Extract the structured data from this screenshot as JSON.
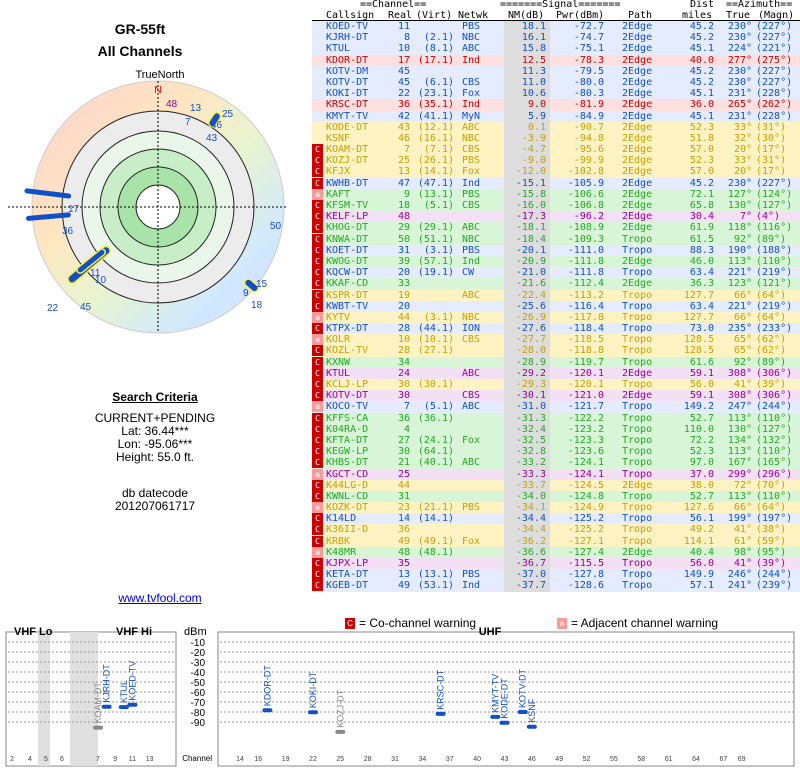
{
  "header": {
    "antenna": "GR-55ft",
    "subtitle": "All Channels",
    "truenorth": "TrueNorth"
  },
  "criteria": {
    "title": "Search Criteria",
    "mode": "CURRENT+PENDING",
    "lat": "Lat: 36.44***",
    "lon": "Lon: -95.06***",
    "height": "Height: 55.0 ft.",
    "db_label": "db datecode",
    "db_code": "201207061717"
  },
  "site_link": "www.tvfool.com",
  "table_headers": {
    "group1": "==Channel==",
    "group2": "=======Signal=======",
    "group3": "Dist",
    "group4": "==Azimuth==",
    "callsign": "Callsign",
    "real": "Real",
    "virt": "(Virt)",
    "netwk": "Netwk",
    "nm": "NM(dB)",
    "pwr": "Pwr(dBm)",
    "path": "Path",
    "miles": "miles",
    "true": "True",
    "magn": "(Magn)"
  },
  "colors": {
    "green": "#22aa22",
    "blue": "#1050c8",
    "yellow": "#c8a000",
    "red": "#cc0000",
    "purple": "#990099",
    "gray": "#888888",
    "row_green": "#d8f5d8",
    "row_yellow": "#fff3c4",
    "row_red": "#ffe0e0",
    "row_blue": "#e6ecff",
    "row_purple": "#f4e0f4",
    "row_gray": "#f0f0f0"
  },
  "stations": [
    {
      "callsign": "KOED-TV",
      "real": "11",
      "virt": "",
      "net": "PBS",
      "nm": "18.1",
      "pwr": "-72.7",
      "path": "2Edge",
      "dist": "45.2",
      "az": "230°",
      "mag": "(227°)",
      "band": "blue",
      "warn": ""
    },
    {
      "callsign": "KJRH-DT",
      "real": "8",
      "virt": "(2.1)",
      "net": "NBC",
      "nm": "16.1",
      "pwr": "-74.7",
      "path": "2Edge",
      "dist": "45.2",
      "az": "230°",
      "mag": "(227°)",
      "band": "blue",
      "warn": ""
    },
    {
      "callsign": "KTUL",
      "real": "10",
      "virt": "(8.1)",
      "net": "ABC",
      "nm": "15.8",
      "pwr": "-75.1",
      "path": "2Edge",
      "dist": "45.1",
      "az": "224°",
      "mag": "(221°)",
      "band": "blue",
      "warn": ""
    },
    {
      "callsign": "KDOR-DT",
      "real": "17",
      "virt": "(17.1)",
      "net": "Ind",
      "nm": "12.5",
      "pwr": "-78.3",
      "path": "2Edge",
      "dist": "40.0",
      "az": "277°",
      "mag": "(275°)",
      "band": "red",
      "warn": ""
    },
    {
      "callsign": "KOTV-DM",
      "real": "45",
      "virt": "",
      "net": "",
      "nm": "11.3",
      "pwr": "-79.5",
      "path": "2Edge",
      "dist": "45.2",
      "az": "230°",
      "mag": "(227°)",
      "band": "blue",
      "warn": ""
    },
    {
      "callsign": "KOTV-DT",
      "real": "45",
      "virt": "(6.1)",
      "net": "CBS",
      "nm": "11.0",
      "pwr": "-80.0",
      "path": "2Edge",
      "dist": "45.2",
      "az": "230°",
      "mag": "(227°)",
      "band": "blue",
      "warn": ""
    },
    {
      "callsign": "KOKI-DT",
      "real": "22",
      "virt": "(23.1)",
      "net": "Fox",
      "nm": "10.6",
      "pwr": "-80.3",
      "path": "2Edge",
      "dist": "45.1",
      "az": "231°",
      "mag": "(228°)",
      "band": "blue",
      "warn": ""
    },
    {
      "callsign": "KRSC-DT",
      "real": "36",
      "virt": "(35.1)",
      "net": "Ind",
      "nm": "9.0",
      "pwr": "-81.9",
      "path": "2Edge",
      "dist": "36.0",
      "az": "265°",
      "mag": "(262°)",
      "band": "red",
      "warn": ""
    },
    {
      "callsign": "KMYT-TV",
      "real": "42",
      "virt": "(41.1)",
      "net": "MyN",
      "nm": "5.9",
      "pwr": "-84.9",
      "path": "2Edge",
      "dist": "45.1",
      "az": "231°",
      "mag": "(228°)",
      "band": "blue",
      "warn": ""
    },
    {
      "callsign": "KODE-DT",
      "real": "43",
      "virt": "(12.1)",
      "net": "ABC",
      "nm": "0.1",
      "pwr": "-90.7",
      "path": "2Edge",
      "dist": "52.3",
      "az": "33°",
      "mag": "(31°)",
      "band": "yellow",
      "warn": ""
    },
    {
      "callsign": "KSNF",
      "real": "46",
      "virt": "(16.1)",
      "net": "NBC",
      "nm": "-3.9",
      "pwr": "-94.8",
      "path": "2Edge",
      "dist": "51.8",
      "az": "32°",
      "mag": "(30°)",
      "band": "yellow",
      "warn": ""
    },
    {
      "callsign": "KOAM-DT",
      "real": "7",
      "virt": "(7.1)",
      "net": "CBS",
      "nm": "-4.7",
      "pwr": "-95.6",
      "path": "2Edge",
      "dist": "57.0",
      "az": "20°",
      "mag": "(17°)",
      "band": "yellow",
      "warn": "C"
    },
    {
      "callsign": "KOZJ-DT",
      "real": "25",
      "virt": "(26.1)",
      "net": "PBS",
      "nm": "-9.0",
      "pwr": "-99.9",
      "path": "2Edge",
      "dist": "52.3",
      "az": "33°",
      "mag": "(31°)",
      "band": "yellow",
      "warn": "C"
    },
    {
      "callsign": "KFJX",
      "real": "13",
      "virt": "(14.1)",
      "net": "Fox",
      "nm": "-12.0",
      "pwr": "-102.8",
      "path": "2Edge",
      "dist": "57.0",
      "az": "20°",
      "mag": "(17°)",
      "band": "yellow",
      "warn": "C"
    },
    {
      "callsign": "KWHB-DT",
      "real": "47",
      "virt": "(47.1)",
      "net": "Ind",
      "nm": "-15.1",
      "pwr": "-105.9",
      "path": "2Edge",
      "dist": "45.2",
      "az": "230°",
      "mag": "(227°)",
      "band": "blue",
      "warn": "C"
    },
    {
      "callsign": "KAFT",
      "real": "9",
      "virt": "(13.1)",
      "net": "PBS",
      "nm": "-15.8",
      "pwr": "-106.6",
      "path": "2Edge",
      "dist": "72.1",
      "az": "127°",
      "mag": "(124°)",
      "band": "green",
      "warn": "aC"
    },
    {
      "callsign": "KFSM-TV",
      "real": "18",
      "virt": "(5.1)",
      "net": "CBS",
      "nm": "-16.0",
      "pwr": "-106.8",
      "path": "2Edge",
      "dist": "65.8",
      "az": "130°",
      "mag": "(127°)",
      "band": "green",
      "warn": "C"
    },
    {
      "callsign": "KELF-LP",
      "real": "48",
      "virt": "",
      "net": "",
      "nm": "-17.3",
      "pwr": "-96.2",
      "path": "2Edge",
      "dist": "30.4",
      "az": "7°",
      "mag": "(4°)",
      "band": "purple",
      "warn": "C"
    },
    {
      "callsign": "KHOG-DT",
      "real": "29",
      "virt": "(29.1)",
      "net": "ABC",
      "nm": "-18.1",
      "pwr": "-108.9",
      "path": "2Edge",
      "dist": "61.9",
      "az": "118°",
      "mag": "(116°)",
      "band": "green",
      "warn": "C"
    },
    {
      "callsign": "KNWA-DT",
      "real": "50",
      "virt": "(51.1)",
      "net": "NBC",
      "nm": "-18.4",
      "pwr": "-109.3",
      "path": "Tropo",
      "dist": "61.5",
      "az": "92°",
      "mag": "(89°)",
      "band": "green",
      "warn": "C"
    },
    {
      "callsign": "KOET-DT",
      "real": "31",
      "virt": "(3.1)",
      "net": "PBS",
      "nm": "-20.1",
      "pwr": "-111.0",
      "path": "Tropo",
      "dist": "88.3",
      "az": "190°",
      "mag": "(188°)",
      "band": "blue",
      "warn": "C"
    },
    {
      "callsign": "KWOG-DT",
      "real": "39",
      "virt": "(57.1)",
      "net": "Ind",
      "nm": "-20.9",
      "pwr": "-111.8",
      "path": "2Edge",
      "dist": "46.0",
      "az": "113°",
      "mag": "(110°)",
      "band": "green",
      "warn": "C"
    },
    {
      "callsign": "KQCW-DT",
      "real": "20",
      "virt": "(19.1)",
      "net": "CW",
      "nm": "-21.0",
      "pwr": "-111.8",
      "path": "Tropo",
      "dist": "63.4",
      "az": "221°",
      "mag": "(219°)",
      "band": "blue",
      "warn": "C"
    },
    {
      "callsign": "KKAF-CD",
      "real": "33",
      "virt": "",
      "net": "",
      "nm": "-21.6",
      "pwr": "-112.4",
      "path": "2Edge",
      "dist": "36.3",
      "az": "123°",
      "mag": "(121°)",
      "band": "green",
      "warn": "C"
    },
    {
      "callsign": "KSPR-DT",
      "real": "19",
      "virt": "",
      "net": "ABC",
      "nm": "-22.4",
      "pwr": "-113.2",
      "path": "Tropo",
      "dist": "127.7",
      "az": "66°",
      "mag": "(64°)",
      "band": "yellow",
      "warn": "C"
    },
    {
      "callsign": "KWBT-TV",
      "real": "20",
      "virt": "",
      "net": "",
      "nm": "-25.6",
      "pwr": "-116.4",
      "path": "Tropo",
      "dist": "63.4",
      "az": "221°",
      "mag": "(219°)",
      "band": "blue",
      "warn": "C"
    },
    {
      "callsign": "KYTV",
      "real": "44",
      "virt": "(3.1)",
      "net": "NBC",
      "nm": "-26.9",
      "pwr": "-117.8",
      "path": "Tropo",
      "dist": "127.7",
      "az": "66°",
      "mag": "(64°)",
      "band": "yellow",
      "warn": "aC"
    },
    {
      "callsign": "KTPX-DT",
      "real": "28",
      "virt": "(44.1)",
      "net": "ION",
      "nm": "-27.6",
      "pwr": "-118.4",
      "path": "Tropo",
      "dist": "73.0",
      "az": "235°",
      "mag": "(233°)",
      "band": "blue",
      "warn": "C"
    },
    {
      "callsign": "KOLR",
      "real": "10",
      "virt": "(10.1)",
      "net": "CBS",
      "nm": "-27.7",
      "pwr": "-118.5",
      "path": "Tropo",
      "dist": "128.5",
      "az": "65°",
      "mag": "(62°)",
      "band": "yellow",
      "warn": "aC"
    },
    {
      "callsign": "KOZL-TV",
      "real": "28",
      "virt": "(27.1)",
      "net": "",
      "nm": "-28.0",
      "pwr": "-118.8",
      "path": "Tropo",
      "dist": "128.5",
      "az": "65°",
      "mag": "(62°)",
      "band": "yellow",
      "warn": "C"
    },
    {
      "callsign": "KXNW",
      "real": "34",
      "virt": "",
      "net": "",
      "nm": "-28.9",
      "pwr": "-119.7",
      "path": "Tropo",
      "dist": "61.6",
      "az": "92°",
      "mag": "(89°)",
      "band": "green",
      "warn": "C"
    },
    {
      "callsign": "KTUL",
      "real": "24",
      "virt": "",
      "net": "ABC",
      "nm": "-29.2",
      "pwr": "-120.1",
      "path": "2Edge",
      "dist": "59.1",
      "az": "308°",
      "mag": "(306°)",
      "band": "purple",
      "warn": "C"
    },
    {
      "callsign": "KCLJ-LP",
      "real": "30",
      "virt": "(30.1)",
      "net": "",
      "nm": "-29.3",
      "pwr": "-120.1",
      "path": "Tropo",
      "dist": "56.0",
      "az": "41°",
      "mag": "(39°)",
      "band": "yellow",
      "warn": "C"
    },
    {
      "callsign": "KOTV-DT",
      "real": "30",
      "virt": "",
      "net": "CBS",
      "nm": "-30.1",
      "pwr": "-121.0",
      "path": "2Edge",
      "dist": "59.1",
      "az": "308°",
      "mag": "(306°)",
      "band": "purple",
      "warn": "C"
    },
    {
      "callsign": "KOCO-TV",
      "real": "7",
      "virt": "(5.1)",
      "net": "ABC",
      "nm": "-31.0",
      "pwr": "-121.7",
      "path": "Tropo",
      "dist": "149.2",
      "az": "247°",
      "mag": "(244°)",
      "band": "blue",
      "warn": "aC"
    },
    {
      "callsign": "KFFS-CA",
      "real": "36",
      "virt": "(36.1)",
      "net": "",
      "nm": "-31.3",
      "pwr": "-122.2",
      "path": "Tropo",
      "dist": "52.7",
      "az": "113°",
      "mag": "(110°)",
      "band": "green",
      "warn": "C"
    },
    {
      "callsign": "K04RA-D",
      "real": "4",
      "virt": "",
      "net": "",
      "nm": "-32.4",
      "pwr": "-123.2",
      "path": "Tropo",
      "dist": "110.0",
      "az": "130°",
      "mag": "(127°)",
      "band": "green",
      "warn": "C"
    },
    {
      "callsign": "KFTA-DT",
      "real": "27",
      "virt": "(24.1)",
      "net": "Fox",
      "nm": "-32.5",
      "pwr": "-123.3",
      "path": "Tropo",
      "dist": "72.2",
      "az": "134°",
      "mag": "(132°)",
      "band": "green",
      "warn": "C"
    },
    {
      "callsign": "KEGW-LP",
      "real": "30",
      "virt": "(64.1)",
      "net": "",
      "nm": "-32.8",
      "pwr": "-123.6",
      "path": "Tropo",
      "dist": "52.3",
      "az": "113°",
      "mag": "(110°)",
      "band": "green",
      "warn": "C"
    },
    {
      "callsign": "KHBS-DT",
      "real": "21",
      "virt": "(40.1)",
      "net": "ABC",
      "nm": "-33.2",
      "pwr": "-124.1",
      "path": "Tropo",
      "dist": "97.0",
      "az": "167°",
      "mag": "(165°)",
      "band": "green",
      "warn": "C"
    },
    {
      "callsign": "KGCT-CD",
      "real": "25",
      "virt": "",
      "net": "",
      "nm": "-33.3",
      "pwr": "-124.1",
      "path": "Tropo",
      "dist": "37.0",
      "az": "299°",
      "mag": "(296°)",
      "band": "purple",
      "warn": "aC"
    },
    {
      "callsign": "K44LG-D",
      "real": "44",
      "virt": "",
      "net": "",
      "nm": "-33.7",
      "pwr": "-124.5",
      "path": "2Edge",
      "dist": "38.0",
      "az": "72°",
      "mag": "(70°)",
      "band": "yellow",
      "warn": "C"
    },
    {
      "callsign": "KWNL-CD",
      "real": "31",
      "virt": "",
      "net": "",
      "nm": "-34.0",
      "pwr": "-124.8",
      "path": "Tropo",
      "dist": "52.7",
      "az": "113°",
      "mag": "(110°)",
      "band": "green",
      "warn": "C"
    },
    {
      "callsign": "KOZK-DT",
      "real": "23",
      "virt": "(21.1)",
      "net": "PBS",
      "nm": "-34.1",
      "pwr": "-124.9",
      "path": "Tropo",
      "dist": "127.6",
      "az": "66°",
      "mag": "(64°)",
      "band": "yellow",
      "warn": "aC"
    },
    {
      "callsign": "K14LD",
      "real": "14",
      "virt": "(14.1)",
      "net": "",
      "nm": "-34.4",
      "pwr": "-125.2",
      "path": "Tropo",
      "dist": "56.1",
      "az": "199°",
      "mag": "(197°)",
      "band": "blue",
      "warn": "C"
    },
    {
      "callsign": "K36II-D",
      "real": "36",
      "virt": "",
      "net": "",
      "nm": "-34.4",
      "pwr": "-125.2",
      "path": "Tropo",
      "dist": "49.2",
      "az": "41°",
      "mag": "(38°)",
      "band": "yellow",
      "warn": "C"
    },
    {
      "callsign": "KRBK",
      "real": "49",
      "virt": "(49.1)",
      "net": "Fox",
      "nm": "-36.2",
      "pwr": "-127.1",
      "path": "Tropo",
      "dist": "114.1",
      "az": "61°",
      "mag": "(59°)",
      "band": "yellow",
      "warn": "C"
    },
    {
      "callsign": "K48MR",
      "real": "48",
      "virt": "(48.1)",
      "net": "",
      "nm": "-36.6",
      "pwr": "-127.4",
      "path": "2Edge",
      "dist": "40.4",
      "az": "98°",
      "mag": "(95°)",
      "band": "green",
      "warn": "aC"
    },
    {
      "callsign": "KJPX-LP",
      "real": "35",
      "virt": "",
      "net": "",
      "nm": "-36.7",
      "pwr": "-115.5",
      "path": "Tropo",
      "dist": "56.0",
      "az": "41°",
      "mag": "(39°)",
      "band": "purple",
      "warn": "C"
    },
    {
      "callsign": "KETA-DT",
      "real": "13",
      "virt": "(13.1)",
      "net": "PBS",
      "nm": "-37.0",
      "pwr": "-127.8",
      "path": "Tropo",
      "dist": "149.9",
      "az": "246°",
      "mag": "(244°)",
      "band": "blue",
      "warn": "C"
    },
    {
      "callsign": "KGEB-DT",
      "real": "49",
      "virt": "(53.1)",
      "net": "Ind",
      "nm": "-37.7",
      "pwr": "-128.6",
      "path": "Tropo",
      "dist": "57.1",
      "az": "241°",
      "mag": "(239°)",
      "band": "blue",
      "warn": "C"
    }
  ],
  "polar": {
    "north_label": "N",
    "labels": [
      {
        "text": "48",
        "color": "purple"
      },
      {
        "text": "13",
        "color": "blue"
      },
      {
        "text": "7",
        "color": "blue"
      },
      {
        "text": "25",
        "color": "blue"
      },
      {
        "text": "46",
        "color": "blue"
      },
      {
        "text": "43",
        "color": "blue"
      },
      {
        "text": "17",
        "color": "blue"
      },
      {
        "text": "36",
        "color": "blue"
      },
      {
        "text": "50",
        "color": "blue"
      },
      {
        "text": "15",
        "color": "blue"
      },
      {
        "text": "9",
        "color": "blue"
      },
      {
        "text": "18",
        "color": "blue"
      },
      {
        "text": "11",
        "color": "blue"
      },
      {
        "text": "10",
        "color": "blue"
      },
      {
        "text": "45",
        "color": "blue"
      },
      {
        "text": "22",
        "color": "blue"
      }
    ]
  },
  "legend": {
    "co_badge": "C",
    "co_text": "= Co-channel warning",
    "adj_badge": "a",
    "adj_text": "= Adjacent channel warning"
  },
  "bottom": {
    "vhf_lo": "VHF Lo",
    "vhf_hi": "VHF Hi",
    "uhf": "UHF",
    "dbm": "dBm",
    "channel_label": "Channel",
    "y_ticks": [
      "-10",
      "-20",
      "-30",
      "-40",
      "-50",
      "-60",
      "-70",
      "-80",
      "-90"
    ],
    "vhf_lo_channels": [
      "2",
      "4",
      "5",
      "6"
    ],
    "vhf_hi_channels": [
      "7",
      "9",
      "11",
      "13"
    ],
    "uhf_channels": [
      "14",
      "16",
      "19",
      "22",
      "25",
      "28",
      "31",
      "34",
      "37",
      "40",
      "43",
      "46",
      "49",
      "52",
      "55",
      "58",
      "61",
      "64",
      "67",
      "69"
    ],
    "stations": [
      {
        "label": "KOAM-DT",
        "channel": 7,
        "dbm": -95.6,
        "color": "gray"
      },
      {
        "label": "KJRH-DT",
        "channel": 8,
        "dbm": -74.7,
        "color": "blue"
      },
      {
        "label": "KTUL",
        "channel": 10,
        "dbm": -75.1,
        "color": "blue"
      },
      {
        "label": "KOED-TV",
        "channel": 11,
        "dbm": -72.7,
        "color": "blue"
      },
      {
        "label": "KDOR-DT",
        "channel": 17,
        "dbm": -78.3,
        "color": "blue"
      },
      {
        "label": "KOKI-DT",
        "channel": 22,
        "dbm": -80.3,
        "color": "blue"
      },
      {
        "label": "KOZJ-DT",
        "channel": 25,
        "dbm": -99.9,
        "color": "gray"
      },
      {
        "label": "KRSC-DT",
        "channel": 36,
        "dbm": -81.9,
        "color": "blue"
      },
      {
        "label": "KMYT-TV",
        "channel": 42,
        "dbm": -84.9,
        "color": "blue"
      },
      {
        "label": "KODE-DT",
        "channel": 43,
        "dbm": -90.7,
        "color": "blue"
      },
      {
        "label": "KOTV-DT",
        "channel": 45,
        "dbm": -80.0,
        "color": "blue"
      },
      {
        "label": "KSNF",
        "channel": 46,
        "dbm": -94.8,
        "color": "blue"
      }
    ]
  }
}
